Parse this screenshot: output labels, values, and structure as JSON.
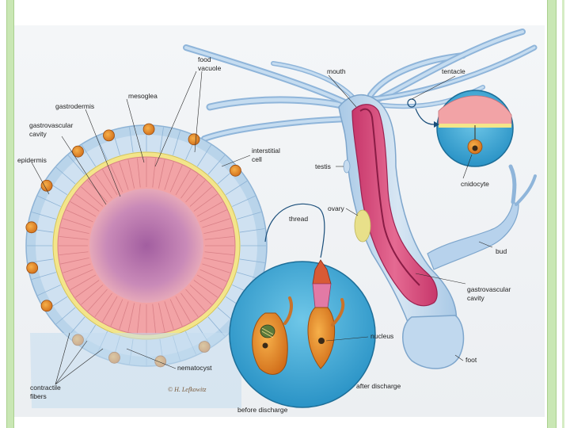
{
  "labels": {
    "food_vacuole": [
      "food",
      "vacuole"
    ],
    "mesoglea": "mesoglea",
    "gastrodermis": "gastrodermis",
    "gastrovascular_cavity_left": [
      "gastrovascular",
      "cavity"
    ],
    "epidermis": "epidermis",
    "interstitial_cell": [
      "interstitial",
      "cell"
    ],
    "thread": "thread",
    "mouth": "mouth",
    "tentacle": "tentacle",
    "testis": "testis",
    "cnidocyte": "cnidocyte",
    "ovary": "ovary",
    "bud": "bud",
    "gastrovascular_cavity_right": [
      "gastrovascular",
      "cavity"
    ],
    "nucleus": "nucleus",
    "foot": "foot",
    "nematocyst": "nematocyst",
    "contractile_fibers": [
      "contractile",
      "fibers"
    ],
    "after_discharge": "after discharge",
    "before_discharge": "before discharge"
  },
  "artist_signature": "© H. Lefkowitz",
  "colors": {
    "frame_green": "#c9e7b4",
    "epidermis_blue": "#b9d4ea",
    "gastrodermis_pink": "#f2a3a6",
    "cavity_purple": "#b06aa8",
    "mesoglea_yellow": "#f3e58a",
    "nematocyst_orange": "#e8892c",
    "tentacle_blue": "#a9c9e6",
    "inset_cyan": "#39a8d6"
  }
}
